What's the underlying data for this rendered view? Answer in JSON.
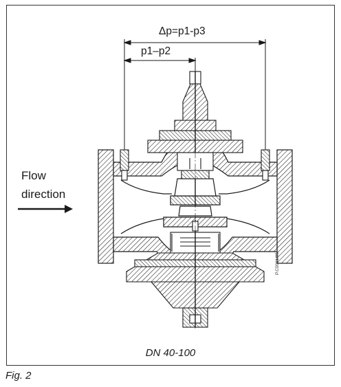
{
  "labels": {
    "delta_p_total": "Δp=p1-p3",
    "delta_p_partial": "p1–p2",
    "flow_line1": "Flow",
    "flow_line2": "direction",
    "caption": "DN 40-100",
    "figure": "Fig. 2",
    "drawing_code": "P.C0011/05"
  },
  "colors": {
    "line": "#1a1a1a",
    "fill": "#f4f4f4"
  }
}
